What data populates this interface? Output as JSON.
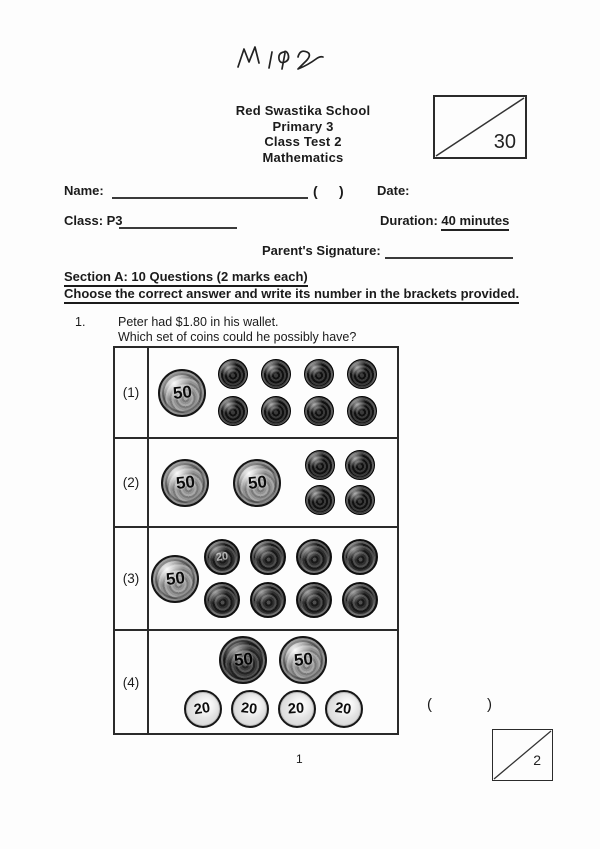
{
  "page": {
    "handwriting": "W 19 2"
  },
  "header": {
    "school": "Red Swastika School",
    "level": "Primary 3",
    "test_title": "Class Test 2",
    "subject": "Mathematics"
  },
  "marks_box_top": {
    "total": "30"
  },
  "fields": {
    "name_label": "Name:",
    "paren_open": "(",
    "paren_close": ")",
    "date_label": "Date:",
    "class_label": "Class: P3",
    "duration_label": "Duration:",
    "duration_value": "40 minutes",
    "parent_signature_label": "Parent's Signature:"
  },
  "section_a": {
    "title": "Section A: 10 Questions (2 marks each)",
    "instruction": "Choose the correct answer and write its number in the brackets provided."
  },
  "question_1": {
    "number": "1.",
    "text_line1": "Peter had $1.80 in his wallet.",
    "text_line2": "Which set of coins could he possibly have?",
    "answer_open": "(",
    "answer_close": ")"
  },
  "coin_labels": {
    "fifty": "50",
    "twenty": "20"
  },
  "options": [
    {
      "label": "(1)",
      "fifty_variants": [
        "light"
      ],
      "small_kind": "ten-dark",
      "small_count": 8,
      "small_cols": 4
    },
    {
      "label": "(2)",
      "fifty_variants": [
        "light",
        "light"
      ],
      "small_kind": "ten-dark",
      "small_count": 4,
      "small_cols": 2
    },
    {
      "label": "(3)",
      "fifty_variants": [
        "light"
      ],
      "small_kind": "twenty-dark",
      "small_count": 8,
      "small_cols": 4,
      "small_first_label": "20"
    },
    {
      "label": "(4)",
      "fifty_variants": [
        "dark",
        "light"
      ],
      "small_kind": "twenty-light",
      "small_count": 4,
      "small_cols": 4,
      "small_label": "20"
    }
  ],
  "footer": {
    "page_number": "1",
    "marks_box_value": "2"
  }
}
